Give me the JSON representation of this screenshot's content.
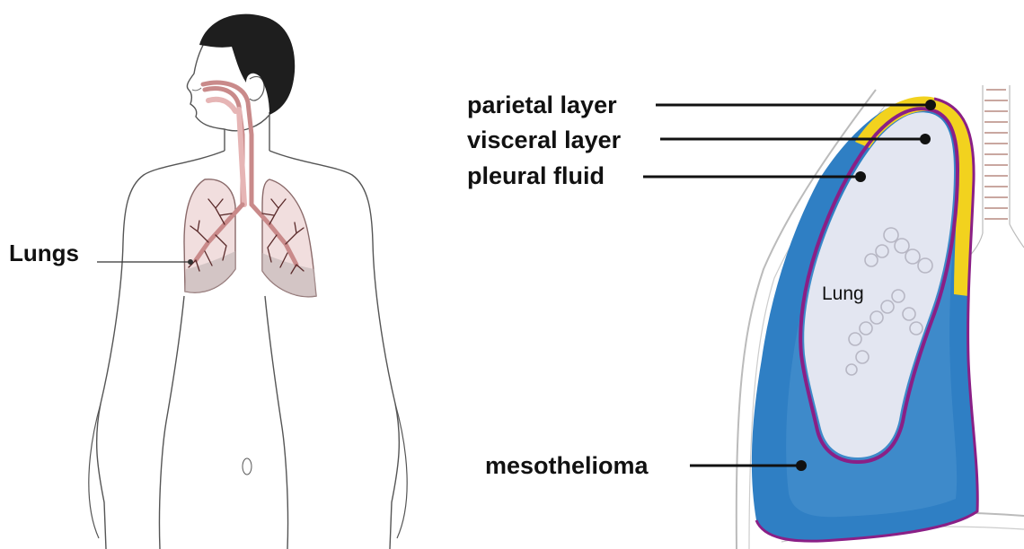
{
  "diagram": {
    "left_panel": {
      "lungs_label": "Lungs"
    },
    "right_panel": {
      "labels": {
        "parietal_layer": "parietal layer",
        "visceral_layer": "visceral layer",
        "pleural_fluid": "pleural fluid",
        "mesothelioma": "mesothelioma",
        "lung": "Lung"
      }
    },
    "colors": {
      "hair": "#1e1e1e",
      "skin_outline": "#555555",
      "airway": "#c98a8a",
      "lung_fill": "#f1dede",
      "lung_outline": "#8a6a6a",
      "parietal_yellow": "#f2d21e",
      "visceral_purple": "#8a1f86",
      "mesothelioma_blue": "#2f7fc4",
      "lung_interior": "#e3e6f1"
    }
  }
}
